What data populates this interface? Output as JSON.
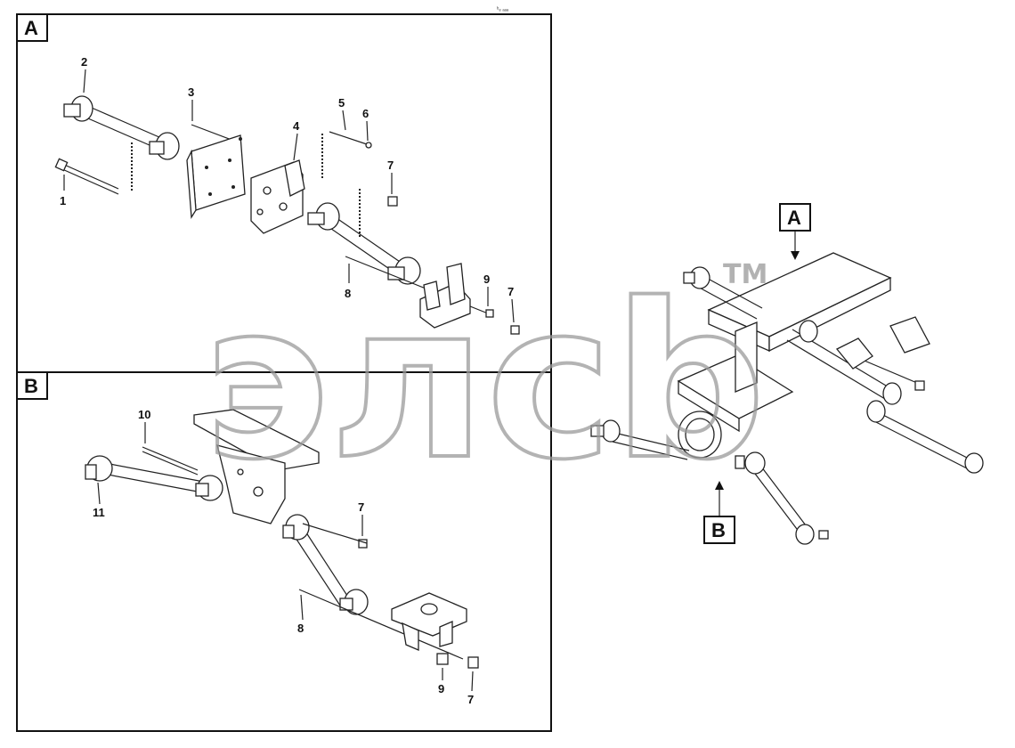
{
  "header": {
    "tiny_code": "ᵇ₈ ₐₐₐ"
  },
  "panels": {
    "a": {
      "label": "A"
    },
    "b": {
      "label": "B"
    }
  },
  "callouts_a": [
    {
      "id": "a-1",
      "text": "1"
    },
    {
      "id": "a-2",
      "text": "2"
    },
    {
      "id": "a-3",
      "text": "3"
    },
    {
      "id": "a-4",
      "text": "4"
    },
    {
      "id": "a-5",
      "text": "5"
    },
    {
      "id": "a-6",
      "text": "6"
    },
    {
      "id": "a-7a",
      "text": "7"
    },
    {
      "id": "a-8",
      "text": "8"
    },
    {
      "id": "a-9",
      "text": "9"
    },
    {
      "id": "a-7b",
      "text": "7"
    }
  ],
  "callouts_b": [
    {
      "id": "b-10",
      "text": "10"
    },
    {
      "id": "b-11",
      "text": "11"
    },
    {
      "id": "b-7a",
      "text": "7"
    },
    {
      "id": "b-8",
      "text": "8"
    },
    {
      "id": "b-9",
      "text": "9"
    },
    {
      "id": "b-7b",
      "text": "7"
    }
  ],
  "overview": {
    "tag_a": "A",
    "tag_b": "B"
  },
  "watermark": {
    "text": "элсb",
    "tm": "TM"
  }
}
